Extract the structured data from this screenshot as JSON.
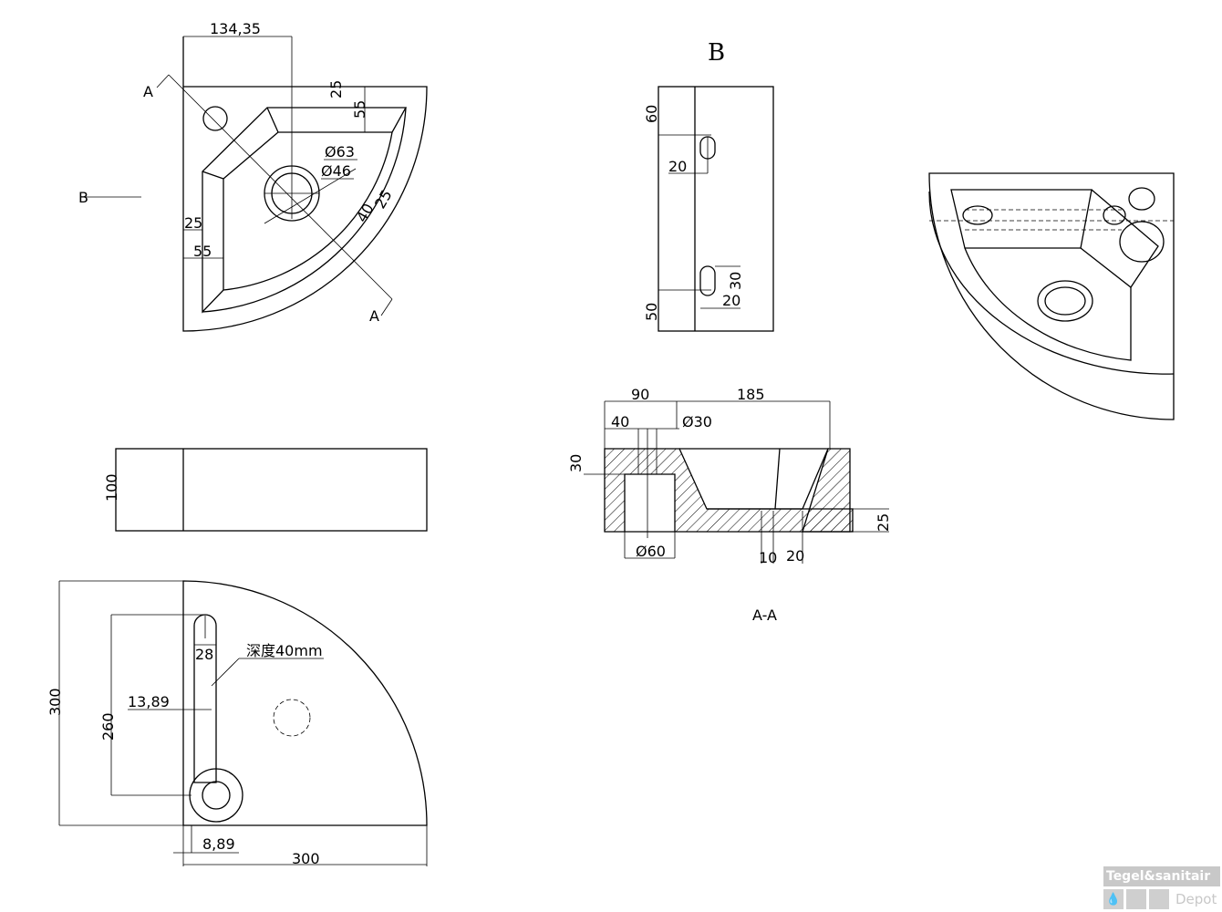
{
  "top_view": {
    "dim_width": "134,35",
    "dim_25_top": "25",
    "dim_55_top": "55",
    "dia_63": "Ø63",
    "dia_46": "Ø46",
    "dim_25_left": "25",
    "dim_55_left": "55",
    "dim_25_rim": "25",
    "dim_40_rim": "40",
    "section_a_top": "A",
    "section_a_bottom": "A",
    "view_b_arrow": "B"
  },
  "side_view_b": {
    "title": "B",
    "dim_60": "60",
    "dim_20_top": "20",
    "dim_30": "30",
    "dim_20_bottom": "20",
    "dim_50": "50"
  },
  "front_view": {
    "dim_100": "100"
  },
  "section_aa": {
    "title": "A-A",
    "dim_90": "90",
    "dim_185": "185",
    "dim_40": "40",
    "dia_30": "Ø30",
    "dim_30": "30",
    "dia_60": "Ø60",
    "dim_10": "10",
    "dim_20": "20",
    "dim_25": "25"
  },
  "bottom_view": {
    "dim_300_height": "300",
    "dim_260": "260",
    "dim_28": "28",
    "depth_note": "深度40mm",
    "dim_13_89": "13,89",
    "dim_8_89": "8,89",
    "dim_300_width": "300"
  },
  "logo": {
    "line1": "Tegel&sanitair",
    "line2": "Depot"
  }
}
